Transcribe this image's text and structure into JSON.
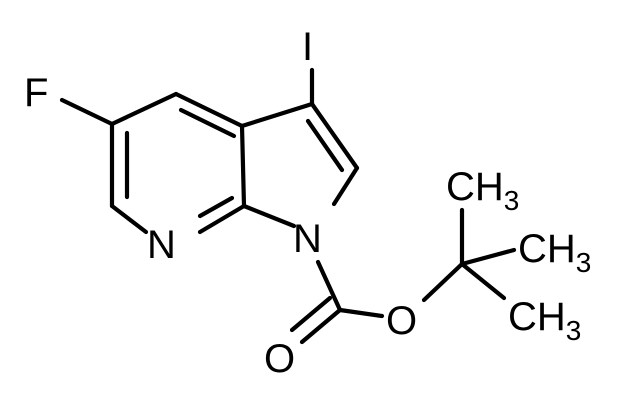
{
  "molecule": {
    "atoms": {
      "fluorine": "F",
      "iodine": "I",
      "pyridine_nitrogen": "N",
      "pyrrole_nitrogen": "N",
      "carbonyl_oxygen": "O",
      "ester_oxygen": "O"
    },
    "methyl_groups": {
      "top": {
        "symbol": "CH",
        "count": "3"
      },
      "middle": {
        "symbol": "CH",
        "count": "3"
      },
      "bottom": {
        "symbol": "CH",
        "count": "3"
      }
    }
  },
  "colors": {
    "ink": "#000000",
    "background": "#ffffff"
  }
}
